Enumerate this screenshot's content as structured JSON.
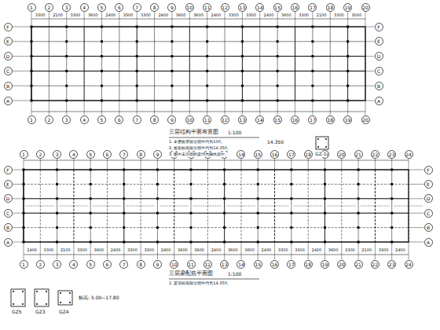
{
  "diagram": {
    "nodes": [
      {
        "text": [
          "1"
        ]
      },
      {
        "text": [
          "2"
        ]
      },
      {
        "text": [
          "3"
        ]
      },
      {
        "text": [
          "4"
        ]
      },
      {
        "text": [
          "5"
        ]
      },
      {
        "text": [
          "6"
        ]
      },
      {
        "text": [
          "7"
        ]
      },
      {
        "text": [
          "8"
        ]
      },
      {
        "text": [
          "9"
        ]
      },
      {
        "text": [
          "10"
        ]
      },
      {
        "text": [
          "11"
        ]
      },
      {
        "text": [
          "12"
        ]
      },
      {
        "text": [
          "13"
        ]
      },
      {
        "text": [
          "14"
        ]
      },
      {
        "text": [
          "15"
        ]
      },
      {
        "text": [
          "16"
        ]
      },
      {
        "text": [
          "17"
        ]
      },
      {
        "text": [
          "18"
        ]
      },
      {
        "text": [
          "19"
        ]
      },
      {
        "text": [
          "20"
        ]
      },
      {
        "text": [
          "1"
        ]
      },
      {
        "text": [
          "2"
        ]
      },
      {
        "text": [
          "3"
        ]
      },
      {
        "text": [
          "4"
        ]
      },
      {
        "text": [
          "5"
        ]
      },
      {
        "text": [
          "6"
        ]
      },
      {
        "text": [
          "7"
        ]
      },
      {
        "text": [
          "8"
        ]
      },
      {
        "text": [
          "9"
        ]
      },
      {
        "text": [
          "10"
        ]
      },
      {
        "text": [
          "11"
        ]
      },
      {
        "text": [
          "12"
        ]
      },
      {
        "text": [
          "13"
        ]
      },
      {
        "text": [
          "14"
        ]
      },
      {
        "text": [
          "15"
        ]
      },
      {
        "text": [
          "16"
        ]
      },
      {
        "text": [
          "17"
        ]
      },
      {
        "text": [
          "18"
        ]
      },
      {
        "text": [
          "19"
        ]
      },
      {
        "text": [
          "20"
        ]
      },
      {
        "text": [
          "F"
        ]
      },
      {
        "text": [
          "E"
        ]
      },
      {
        "text": [
          "D"
        ]
      },
      {
        "text": [
          "C"
        ]
      },
      {
        "text": [
          "B"
        ]
      },
      {
        "text": [
          "A"
        ]
      },
      {
        "text": [
          "F"
        ]
      },
      {
        "text": [
          "E"
        ]
      },
      {
        "text": [
          "D"
        ]
      },
      {
        "text": [
          "C"
        ]
      },
      {
        "text": [
          "B"
        ]
      },
      {
        "text": [
          "A"
        ]
      },
      {
        "text": [
          "1"
        ]
      },
      {
        "text": [
          "2"
        ]
      },
      {
        "text": [
          "3"
        ]
      },
      {
        "text": [
          "4"
        ]
      },
      {
        "text": [
          "5"
        ]
      },
      {
        "text": [
          "6"
        ]
      },
      {
        "text": [
          "7"
        ]
      },
      {
        "text": [
          "8"
        ]
      },
      {
        "text": [
          "9"
        ]
      },
      {
        "text": [
          "10"
        ]
      },
      {
        "text": [
          "11"
        ]
      },
      {
        "text": [
          "12"
        ]
      },
      {
        "text": [
          "13"
        ]
      },
      {
        "text": [
          "14"
        ]
      },
      {
        "text": [
          "15"
        ]
      },
      {
        "text": [
          "16"
        ]
      },
      {
        "text": [
          "17"
        ]
      },
      {
        "text": [
          "18"
        ]
      },
      {
        "text": [
          "19"
        ]
      },
      {
        "text": [
          "20"
        ]
      },
      {
        "text": [
          "21"
        ]
      },
      {
        "text": [
          "22"
        ]
      },
      {
        "text": [
          "23"
        ]
      },
      {
        "text": [
          "24"
        ]
      },
      {
        "text": [
          "1"
        ]
      },
      {
        "text": [
          "2"
        ]
      },
      {
        "text": [
          "3"
        ]
      },
      {
        "text": [
          "4"
        ]
      },
      {
        "text": [
          "5"
        ]
      },
      {
        "text": [
          "6"
        ]
      },
      {
        "text": [
          "7"
        ]
      },
      {
        "text": [
          "8"
        ]
      },
      {
        "text": [
          "9"
        ]
      },
      {
        "text": [
          "10"
        ]
      },
      {
        "text": [
          "11"
        ]
      },
      {
        "text": [
          "12"
        ]
      },
      {
        "text": [
          "13"
        ]
      },
      {
        "text": [
          "14"
        ]
      },
      {
        "text": [
          "15"
        ]
      },
      {
        "text": [
          "16"
        ]
      },
      {
        "text": [
          "17"
        ]
      },
      {
        "text": [
          "18"
        ]
      },
      {
        "text": [
          "19"
        ]
      },
      {
        "text": [
          "20"
        ]
      },
      {
        "text": [
          "21"
        ]
      },
      {
        "text": [
          "22"
        ]
      },
      {
        "text": [
          "23"
        ]
      },
      {
        "text": [
          "24"
        ]
      },
      {
        "text": [
          "F"
        ]
      },
      {
        "text": [
          "E"
        ]
      },
      {
        "text": [
          "D"
        ]
      },
      {
        "text": [
          "C"
        ]
      },
      {
        "text": [
          "B"
        ]
      },
      {
        "text": [
          "A"
        ]
      },
      {
        "text": [
          "F"
        ]
      },
      {
        "text": [
          "E"
        ]
      },
      {
        "text": [
          "D"
        ]
      },
      {
        "text": [
          "C"
        ]
      },
      {
        "text": [
          "B"
        ]
      },
      {
        "text": [
          "A"
        ]
      }
    ],
    "labels": [
      "三层结构平面布置图",
      "1:100",
      "1. 本层板厚除注明外均为100。",
      "2. 板面标高除注明外均为14.350。",
      "3. 图中未注明的梁均为轴线居中。",
      "14.350",
      "GZ-1",
      "三层梁配筋平面图",
      "1:100",
      "1. 梁顶标高除注明外均为14.350。",
      "GZ5",
      "GZ3",
      "GZ4",
      "标高: 5.00~17.80",
      "3300",
      "2100",
      "3300",
      "3600",
      "2400",
      "3300",
      "3300",
      "2400",
      "3600",
      "3600",
      "2400",
      "3300",
      "3300",
      "2400",
      "3600",
      "3300",
      "2100",
      "3300",
      "3000",
      "2400",
      "3300",
      "2100",
      "3300",
      "3600",
      "2400",
      "3300",
      "3300",
      "2400",
      "3600",
      "3600",
      "2400",
      "3600",
      "3600",
      "2400",
      "3300",
      "3300",
      "2400",
      "3600",
      "3300",
      "2100",
      "3300",
      "2400"
    ]
  }
}
